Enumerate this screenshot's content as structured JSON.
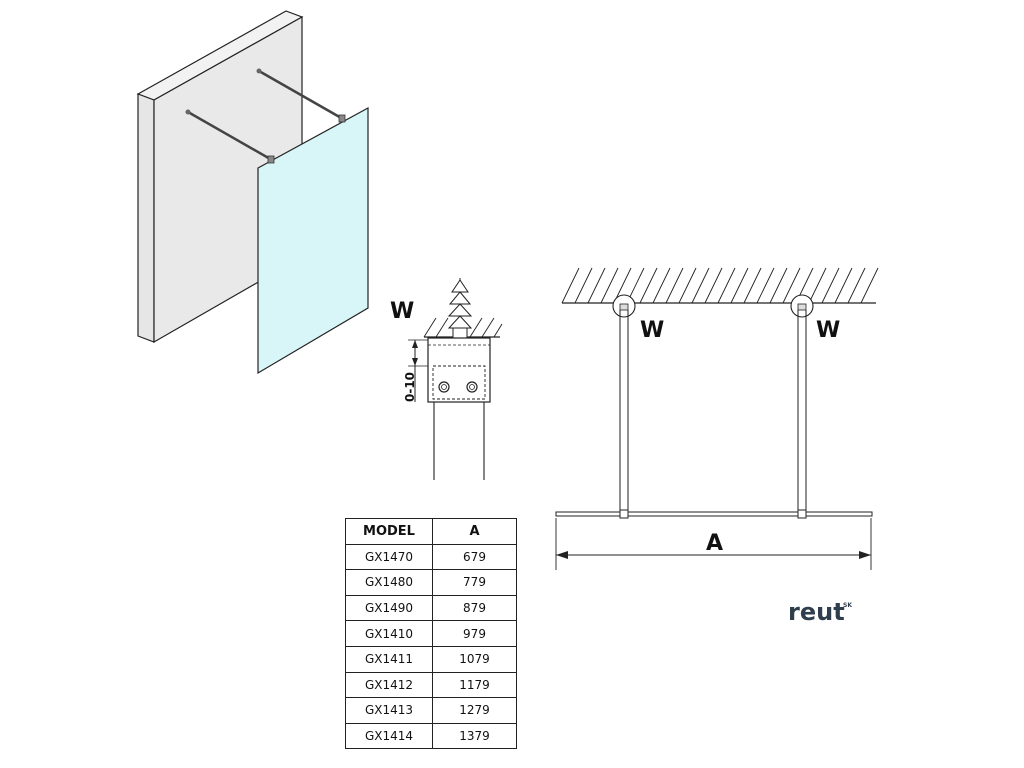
{
  "labels": {
    "w_detail": "W",
    "w_left": "W",
    "w_right": "W",
    "dim_range": "0-10",
    "dim_a": "A"
  },
  "table": {
    "headers": [
      "MODEL",
      "A"
    ],
    "rows": [
      [
        "GX1470",
        "679"
      ],
      [
        "GX1480",
        "779"
      ],
      [
        "GX1490",
        "879"
      ],
      [
        "GX1410",
        "979"
      ],
      [
        "GX1411",
        "1079"
      ],
      [
        "GX1412",
        "1179"
      ],
      [
        "GX1413",
        "1279"
      ],
      [
        "GX1414",
        "1379"
      ]
    ]
  },
  "brand": {
    "name": "reut",
    "suffix": "SK"
  },
  "colors": {
    "glass": "#d8f6f7",
    "wall_face": "#e3e3e3",
    "wall_side": "#f2f2f2",
    "line": "#222222",
    "brand": "#2f3e4c"
  }
}
